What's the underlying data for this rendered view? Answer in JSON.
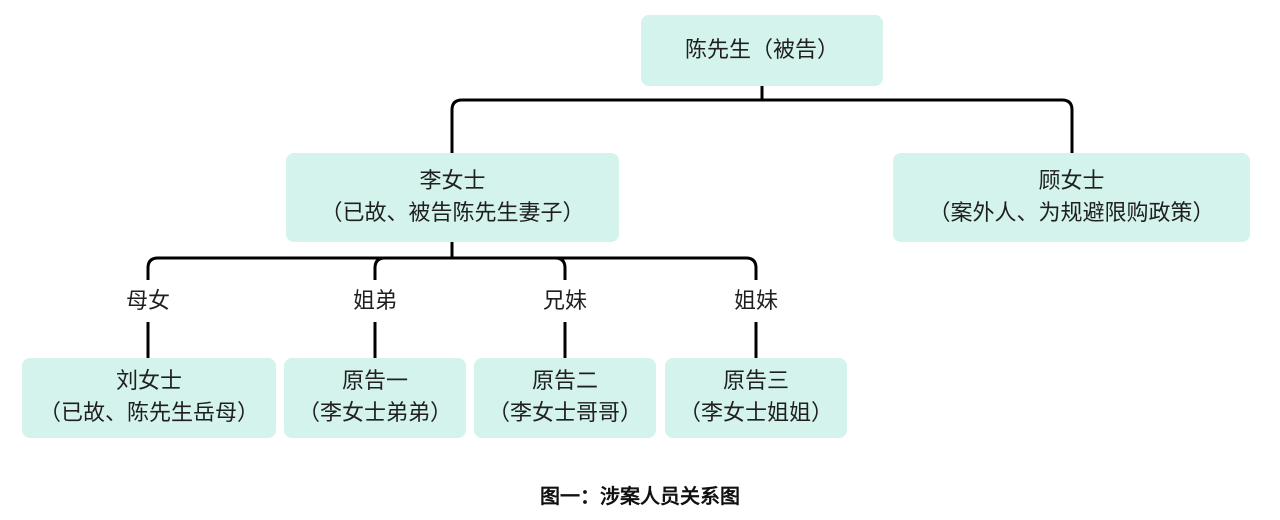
{
  "nodes": {
    "chen": {
      "line1": "陈先生（被告）"
    },
    "li": {
      "line1": "李女士",
      "line2": "（已故、被告陈先生妻子）"
    },
    "gu": {
      "line1": "顾女士",
      "line2": "（案外人、为规避限购政策）"
    },
    "liu": {
      "line1": "刘女士",
      "line2": "（已故、陈先生岳母）"
    },
    "plaintiff1": {
      "line1": "原告一",
      "line2": "（李女士弟弟）"
    },
    "plaintiff2": {
      "line1": "原告二",
      "line2": "（李女士哥哥）"
    },
    "plaintiff3": {
      "line1": "原告三",
      "line2": "（李女士姐姐）"
    }
  },
  "relations": {
    "liu": "母女",
    "plaintiff1": "姐弟",
    "plaintiff2": "兄妹",
    "plaintiff3": "姐妹"
  },
  "caption": "图一：涉案人员关系图",
  "colors": {
    "node_fill": "#d4f3ec",
    "connector": "#000000",
    "text": "#1f1f1f"
  }
}
